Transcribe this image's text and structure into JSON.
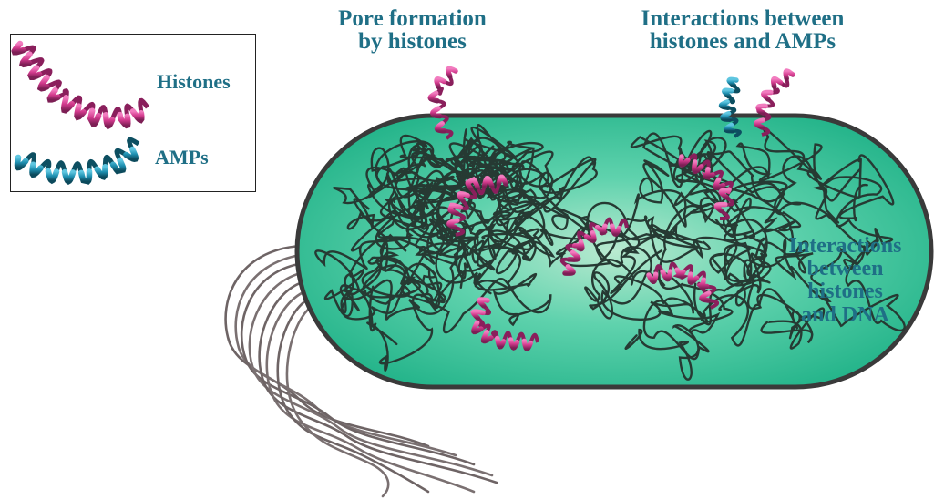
{
  "legend": {
    "histones_label": "Histones",
    "amps_label": "AMPs"
  },
  "labels": {
    "pore": [
      "Pore formation",
      "by histones"
    ],
    "hist_amp": [
      "Interactions between",
      "histones and AMPs"
    ],
    "hist_dna": [
      "Interactions",
      "between",
      "histones",
      "and DNA"
    ]
  },
  "colors": {
    "histone": "#d8398f",
    "amp": "#1e8fb0",
    "cell_fill": "#33c49a",
    "cell_stroke": "#3a3a3a",
    "dna": "#263a33",
    "flagella": "#6e6465",
    "label": "#1f6f86"
  }
}
